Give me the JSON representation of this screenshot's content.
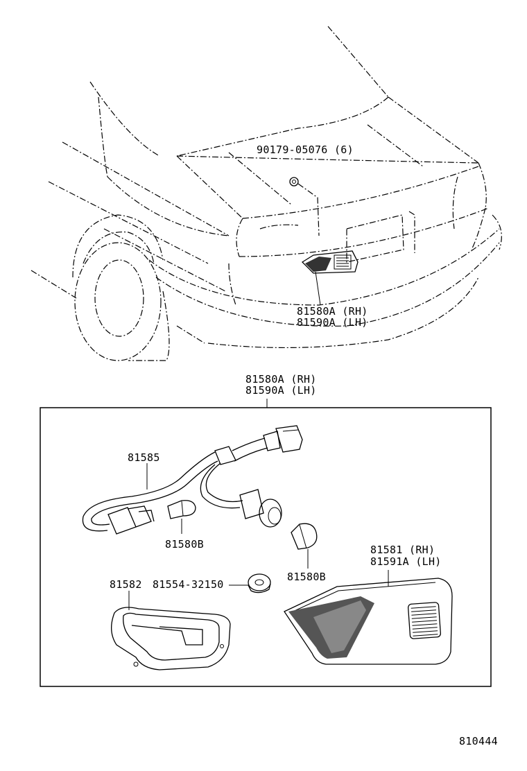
{
  "callouts": {
    "bolt": "90179-05076 (6)",
    "lamp_upper_rh": "81580A (RH)",
    "lamp_upper_lh": "81590A (LH)",
    "assy_rh": "81580A (RH)",
    "assy_lh": "81590A (LH)",
    "harness": "81585",
    "bulb_left": "81580B",
    "bulb_right": "81580B",
    "lens_rh": "81581  (RH)",
    "lens_lh": "81591A (LH)",
    "gasket": "81582",
    "grommet": "81554-32150"
  },
  "illustration_number": "810444"
}
